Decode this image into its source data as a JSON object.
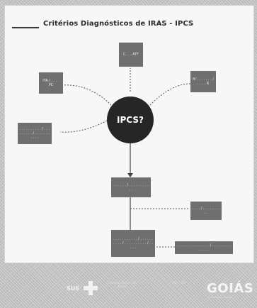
{
  "slide": {
    "title": "Critérios Diagnósticos de IRAS - IPCS",
    "center_label": "IPCS?",
    "nodes": {
      "top": "C. . . ATF",
      "left_upper": "ITA / . . . . PC",
      "right_upper": "M . . . . . . . / . . . . R",
      "left_lower": ". . . . . . . . . . / . . . . . . . . . / . . . . . . . . . . .",
      "middle": ". . . . . . / . . . . . . . . . . .",
      "right_middle": ". . . . / . . . . . . . . . .",
      "bottom": ". . . . . . . . . . . / . . . . . . . . . . / . . . . . . . . . . / . . . . .",
      "bottom_right": ". . . . . . . . . . . . . . . / . . . . . . . . . . . . . ."
    }
  },
  "footer": {
    "sus_label": "SUS",
    "logo2_text": "Sistema / Único / de Saúde",
    "logo3_text": "SES / GO",
    "goias_label": "GOIÁS",
    "goias_sub": "GOVERNO DO ESTADO"
  },
  "colors": {
    "background": "#c9c9c9",
    "slide": "#f7f7f7",
    "box": "#6f6f6f",
    "center": "#262626"
  }
}
